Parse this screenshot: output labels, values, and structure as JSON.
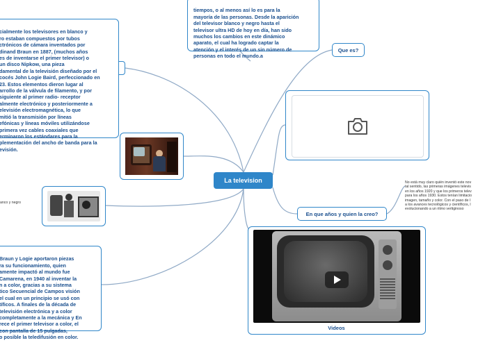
{
  "center": {
    "label": "La television"
  },
  "topics": {
    "que_es": "Que es?",
    "en_que_anos": "En que años y quien la creo?"
  },
  "texts": {
    "origins": "cialmente los televisores en blanco y\nro estaban compuestos por tubos\nctrónicos de cámara inventados por\ndinand Braun en 1887, (muchos años\nes de inventarse el primer televisor) o\nun disco Nipkow, una pieza\ndamental de la televisión diseñado por el\ncocés John Logie Baird, perfeccionado en\n23. Estos elementos dieron lugar al\narrollo de la válvula de filamento, y por\nsiguiente al primer radio- receptor\nalmente electrónico y posteriormente a\nelevisión electromagnética, lo que\nmitió la transmisión por líneas\nefónicas y  líneas móviles utilizándose\nprimera vez cables coaxiales que\nerminaron  los estándares para la\nplementación del ancho de banda para la\nevisión.",
    "top": "tiempos, o al menos así lo es para la\nmayoría de las personas. Desde la aparición\ndel televisor blanco y negro hasta el\ntelevisor ultra HD de hoy en día, han sido\nmuchos los cambios en este dinámico\naparato, el cual ha  logrado captar la\natención y el interés de un sin número de\npersonas en todo el mundo.a",
    "color": "Braun y Logie aportaron piezas\nra su funcionamiento, quien\namente impactó al mundo fue\nCamarena, en 1940  al inventar la\nn a color, gracias a su sistema\ntico Secuencial de Campos visión\nel cual en un principio se usó con\ntíficos.  A finales de la década de\n televisión electrónica y a color\n completamente a la mecánica y En\nrece el primer televisor a color, el\ncon pantalla de 15 pulgadas,\no posible la  teledifusión en color.",
    "right_plain": "No está muy claro quién inventó este nov\ntal sentido, las primeras imágenes televis\nen los años 1920 y que los primeros telev\npara los años 1930. Estos tenían limitacio\nimagen, tamaño y color. Con el paso de l\na los avances tecnológicos y científicos, l\nevolucionando a un ritmo vertiginoso",
    "left_plain": "anco y negro"
  },
  "video": {
    "caption": "Videos"
  },
  "icons": {
    "camera": "camera-icon",
    "play": "play-icon"
  },
  "colors": {
    "accent": "#2f86c9",
    "text": "#1a4f8e"
  }
}
